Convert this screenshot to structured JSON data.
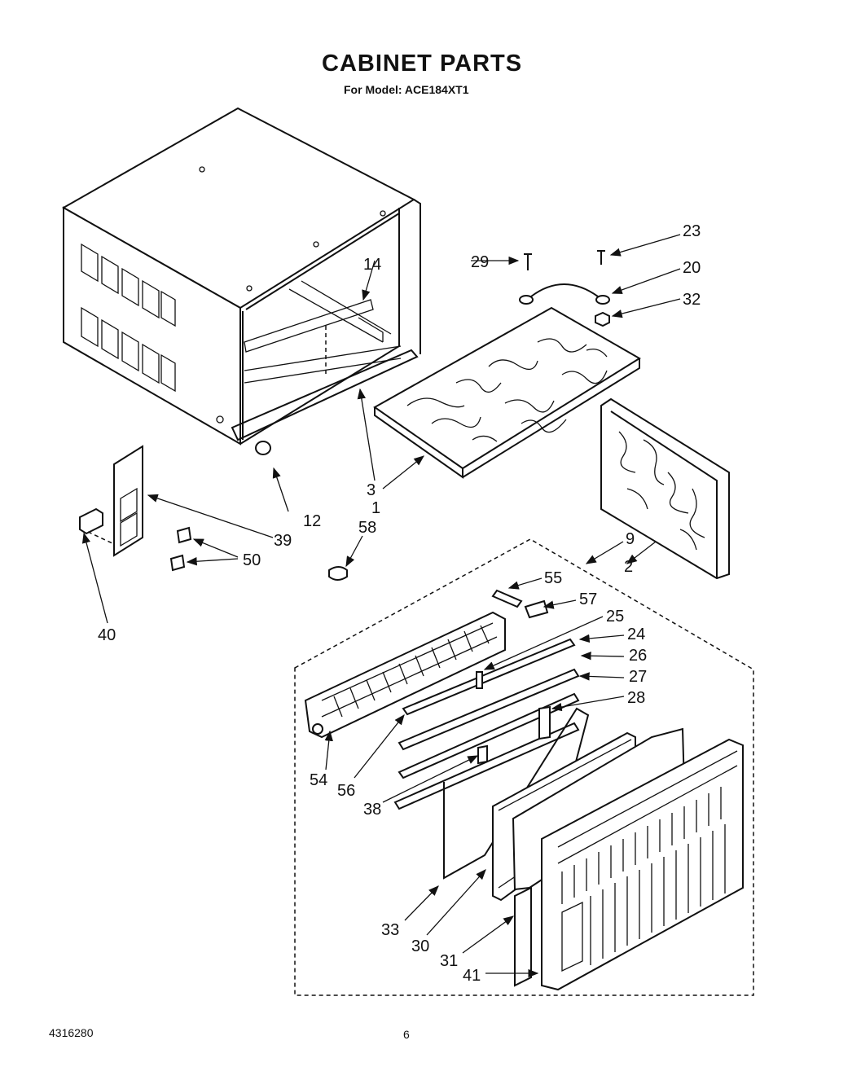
{
  "title": "CABINET PARTS",
  "subtitle": "For Model: ACE184XT1",
  "footer": {
    "doc_number": "4316280",
    "page": "6"
  },
  "callouts": {
    "p1": "1",
    "p2": "2",
    "p3": "3",
    "p9": "9",
    "p12": "12",
    "p14": "14",
    "p20": "20",
    "p23": "23",
    "p24": "24",
    "p25": "25",
    "p26": "26",
    "p27": "27",
    "p28": "28",
    "p29": "29",
    "p30": "30",
    "p31": "31",
    "p32": "32",
    "p33": "33",
    "p38": "38",
    "p39": "39",
    "p40": "40",
    "p41": "41",
    "p50": "50",
    "p54": "54",
    "p55": "55",
    "p56": "56",
    "p57": "57",
    "p58": "58"
  }
}
